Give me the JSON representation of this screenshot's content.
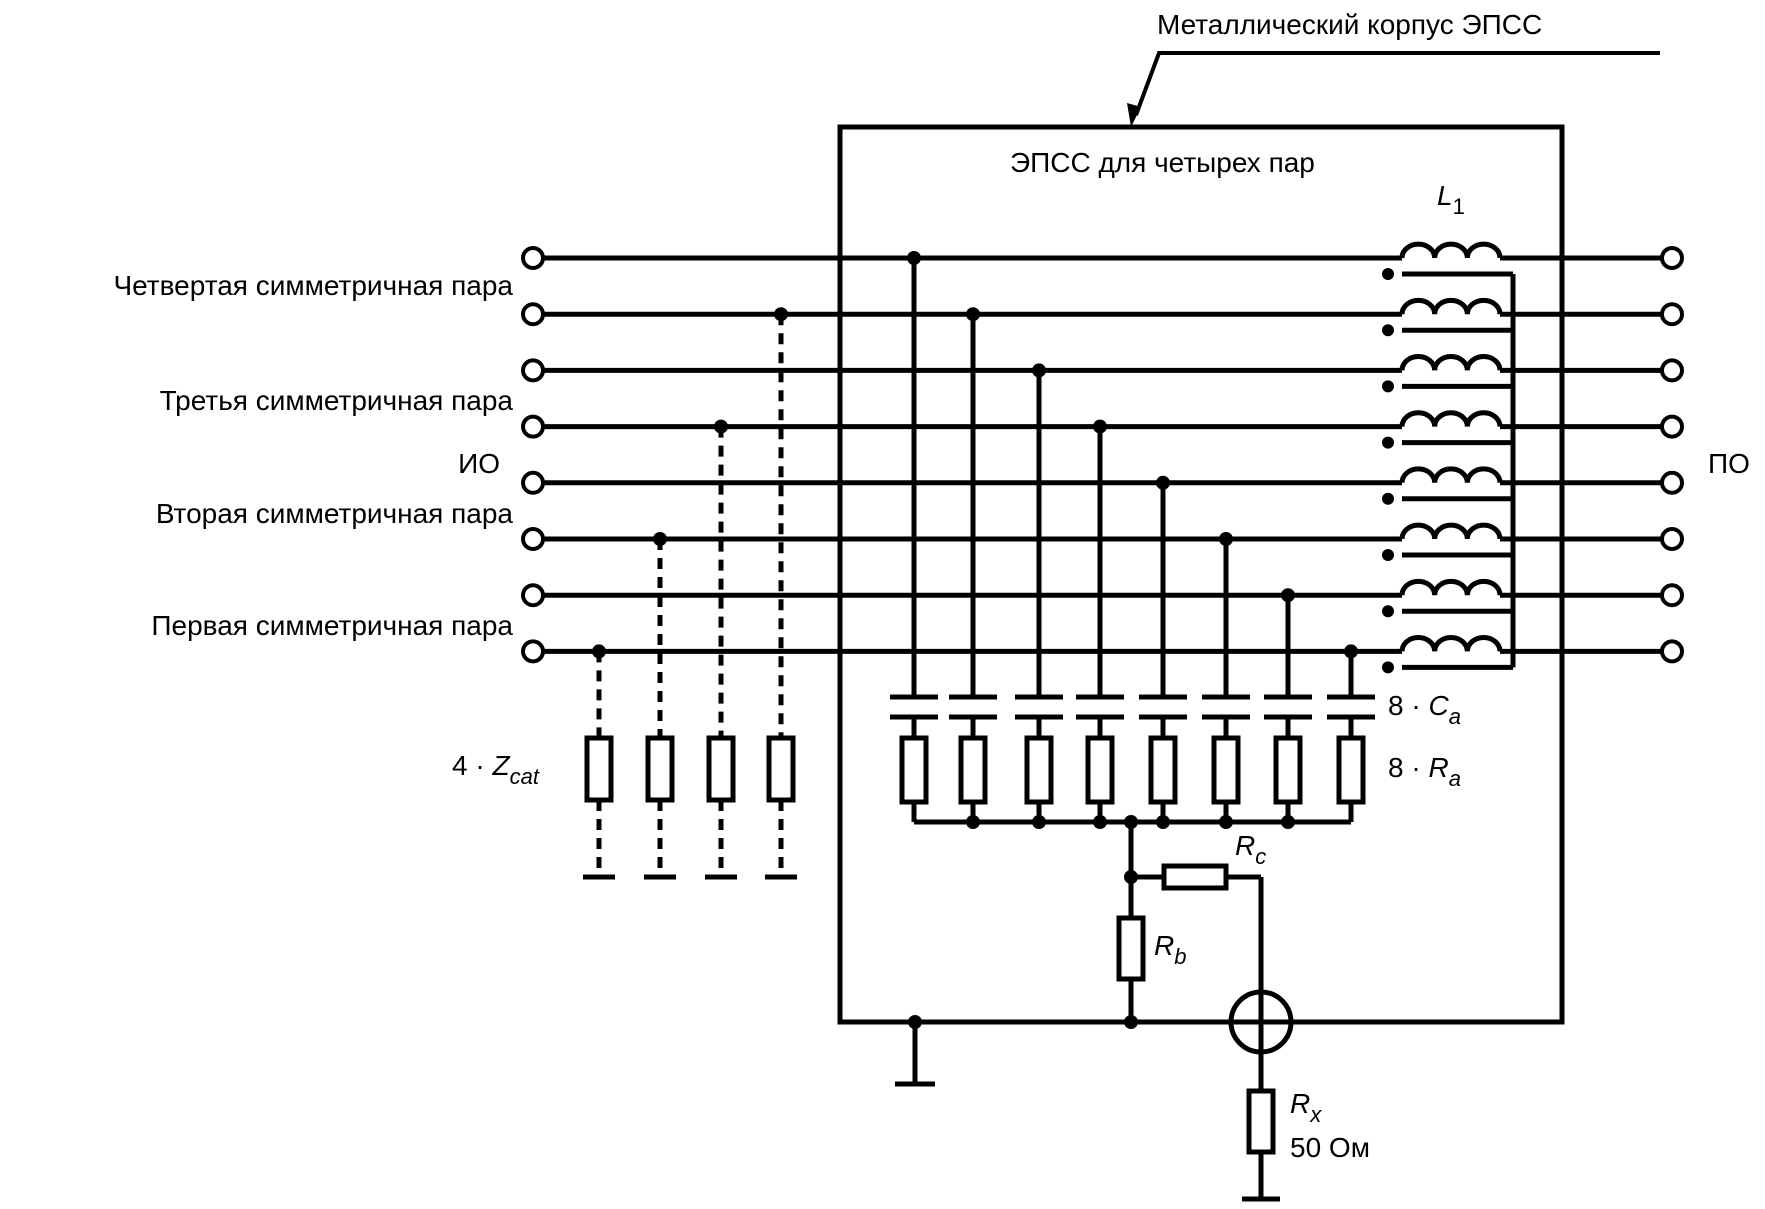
{
  "title_annotation": "Металлический корпус ЭПСС",
  "box_title": "ЭПСС для четырех пар",
  "left_port_label": "ИО",
  "right_port_label": "ПО",
  "pair_labels": [
    "Четвертая симметричная пара",
    "Третья симметричная пара",
    "Вторая симметричная пара",
    "Первая симметричная пара"
  ],
  "components": {
    "inductor": {
      "name": "L",
      "sub": "1"
    },
    "capacitors": {
      "prefix": "8 · ",
      "name": "C",
      "sub": "a"
    },
    "resistors_a": {
      "prefix": "8 · ",
      "name": "R",
      "sub": "a"
    },
    "zcat": {
      "prefix": "4 · ",
      "name": "Z",
      "sub": "cat"
    },
    "rb": {
      "name": "R",
      "sub": "b"
    },
    "rc": {
      "name": "R",
      "sub": "c"
    },
    "rx": {
      "name": "R",
      "sub": "x",
      "value": "50 Ом"
    }
  },
  "conductor_count": 8,
  "pair_count": 4,
  "colors": {
    "ink": "#000000",
    "background": "#ffffff"
  }
}
